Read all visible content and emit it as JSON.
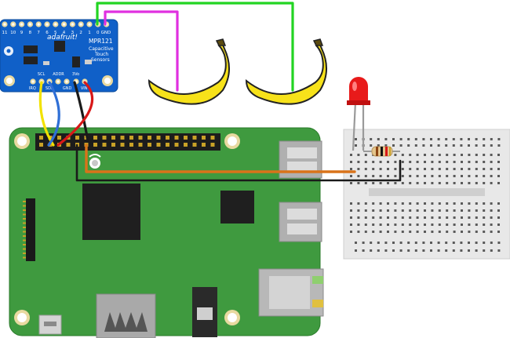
{
  "sensor_board": {
    "brand": "adafruit!",
    "model": "MPR121",
    "description_line1": "Capacitive",
    "description_line2": "Touch",
    "description_line3": "Sensors",
    "top_pins": [
      "11",
      "10",
      "9",
      "8",
      "7",
      "6",
      "5",
      "4",
      "3",
      "2",
      "1",
      "0",
      "GND"
    ],
    "bottom_pins": [
      "IRQ",
      "SCL",
      "SDA",
      "ADDR",
      "GND",
      "3Vo",
      "VIN"
    ]
  },
  "colors": {
    "wire_green": "#22d422",
    "wire_magenta": "#e030e0",
    "wire_yellow": "#f2e200",
    "wire_blue": "#2f6fd6",
    "wire_black": "#1a1a1a",
    "wire_red": "#d81818",
    "wire_orange": "#d9731a",
    "pi_board": "#3f9a3f",
    "sensor_board": "#1060c8",
    "breadboard": "#e6e6e6",
    "led": "#e81a1a",
    "banana": "#f7e21a"
  }
}
